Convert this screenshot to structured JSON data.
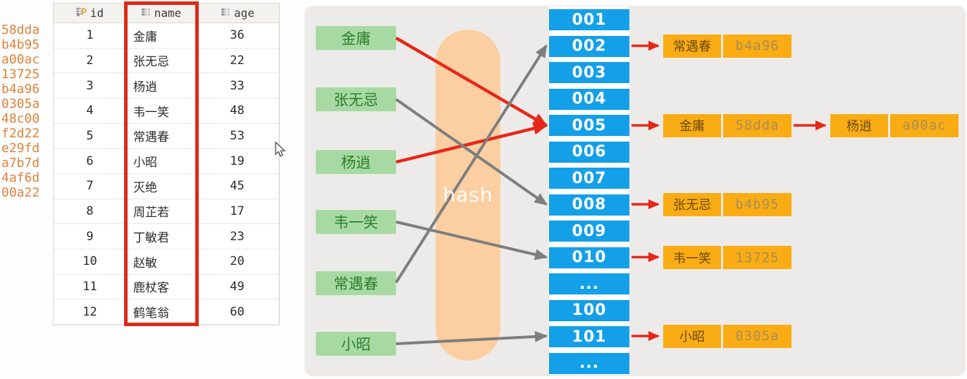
{
  "table": {
    "headers": [
      {
        "label": "id",
        "icon": "primary-key-icon"
      },
      {
        "label": "name",
        "icon": "column-icon"
      },
      {
        "label": "age",
        "icon": "column-icon"
      }
    ],
    "highlighted_column": "name",
    "rows": [
      {
        "hash": "58dda",
        "id": "1",
        "name": "金庸",
        "age": "36"
      },
      {
        "hash": "b4b95",
        "id": "2",
        "name": "张无忌",
        "age": "22"
      },
      {
        "hash": "a00ac",
        "id": "3",
        "name": "杨逍",
        "age": "33"
      },
      {
        "hash": "13725",
        "id": "4",
        "name": "韦一笑",
        "age": "48"
      },
      {
        "hash": "b4a96",
        "id": "5",
        "name": "常遇春",
        "age": "53"
      },
      {
        "hash": "0305a",
        "id": "6",
        "name": "小昭",
        "age": "19"
      },
      {
        "hash": "48c00",
        "id": "7",
        "name": "灭绝",
        "age": "45"
      },
      {
        "hash": "f2d22",
        "id": "8",
        "name": "周芷若",
        "age": "17"
      },
      {
        "hash": "e29fd",
        "id": "9",
        "name": "丁敏君",
        "age": "23"
      },
      {
        "hash": "a7b7d",
        "id": "10",
        "name": "赵敏",
        "age": "20"
      },
      {
        "hash": "4af6d",
        "id": "11",
        "name": "鹿杖客",
        "age": "49"
      },
      {
        "hash": "00a22",
        "id": "12",
        "name": "鹤笔翁",
        "age": "60"
      }
    ]
  },
  "diagram": {
    "hash_function_label": "hash",
    "inputs": [
      "金庸",
      "张无忌",
      "杨逍",
      "韦一笑",
      "常遇春",
      "小昭"
    ],
    "buckets": [
      "001",
      "002",
      "003",
      "004",
      "005",
      "006",
      "007",
      "008",
      "009",
      "010",
      "...",
      "100",
      "101",
      "..."
    ],
    "chains": {
      "b002": [
        {
          "name": "常遇春",
          "hash": "b4a96"
        }
      ],
      "b005": [
        {
          "name": "金庸",
          "hash": "58dda"
        },
        {
          "name": "杨逍",
          "hash": "a00ac"
        }
      ],
      "b008": [
        {
          "name": "张无忌",
          "hash": "b4b95"
        }
      ],
      "b010": [
        {
          "name": "韦一笑",
          "hash": "13725"
        }
      ],
      "b101": [
        {
          "name": "小昭",
          "hash": "0305a"
        }
      ]
    },
    "mappings": [
      {
        "input": "金庸",
        "bucket": "005",
        "arrow_color": "#e7271a"
      },
      {
        "input": "杨逍",
        "bucket": "005",
        "arrow_color": "#e7271a"
      },
      {
        "input": "张无忌",
        "bucket": "008",
        "arrow_color": "#7e7e7e"
      },
      {
        "input": "常遇春",
        "bucket": "002",
        "arrow_color": "#7e7e7e"
      },
      {
        "input": "韦一笑",
        "bucket": "010",
        "arrow_color": "#7e7e7e"
      },
      {
        "input": "小昭",
        "bucket": "101",
        "arrow_color": "#7e7e7e"
      }
    ]
  },
  "colors": {
    "bucket_blue": "#14a0e8",
    "input_green": "#a7daa3",
    "chain_orange": "#f9ac13",
    "capsule_orange": "#fbcfa2",
    "highlight_red": "#db2b18",
    "margin_hash_orange": "#e0823c",
    "panel_gray": "#ecebe9"
  }
}
